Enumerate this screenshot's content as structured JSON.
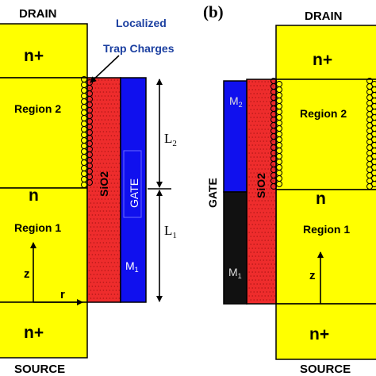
{
  "panel_b_label": "(b)",
  "left": {
    "drain": "DRAIN",
    "source": "SOURCE",
    "n_plus_top": "n+",
    "n_plus_bottom": "n+",
    "region2": "Region 2",
    "region1": "Region 1",
    "n": "n",
    "sio2": "SiO2",
    "gate": "GATE",
    "m1": "M",
    "m1_sub": "1",
    "z_axis": "z",
    "r_axis": "r",
    "trap_line1": "Localized",
    "trap_line2": "Trap Charges",
    "l2": "L",
    "l2_sub": "2",
    "l1": "L",
    "l1_sub": "1"
  },
  "right": {
    "drain": "DRAIN",
    "source": "SOURCE",
    "n_plus_top": "n+",
    "n_plus_bottom": "n+",
    "region2": "Region 2",
    "region1": "Region 1",
    "n": "n",
    "sio2": "SiO2",
    "gate": "GATE",
    "m2": "M",
    "m2_sub": "2",
    "m1": "M",
    "m1_sub": "1",
    "z_axis": "z"
  },
  "colors": {
    "silicon": "#ffff00",
    "oxide": "#ee2c2c",
    "gate_metal": "#1010ee",
    "gate_metal_dark": "#111111",
    "trap_label": "#1b3fa0"
  }
}
